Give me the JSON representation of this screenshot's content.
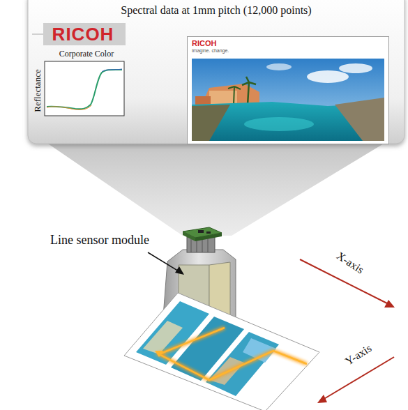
{
  "diagram": {
    "title": "Spectral data at 1mm pitch (12,000 points)",
    "nodes": [
      {
        "text": [
          "RICOH"
        ]
      },
      {
        "text": [
          "Corporate Color",
          "Reflectance"
        ]
      },
      {
        "text": [
          "RICOH",
          "imagine. change."
        ]
      }
    ],
    "labels": [
      "Line sensor module",
      "X-axis",
      "Y-axis"
    ]
  }
}
